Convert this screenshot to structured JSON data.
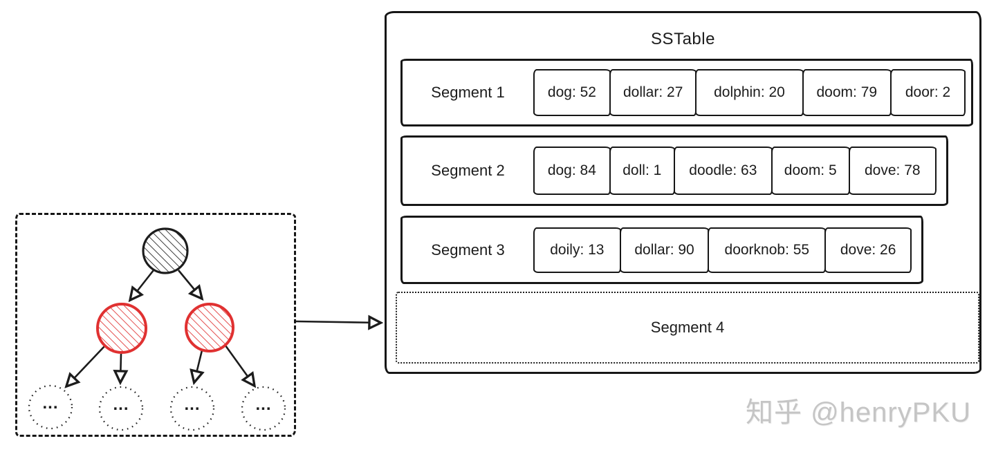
{
  "watermark": "知乎 @henryPKU",
  "colors": {
    "ink": "#1c1c1c",
    "node_red": "#e03131",
    "watermark_gray": "#c5c5c5"
  },
  "tree": {
    "description": "binary tree: black hatched root, two red hatched children, four dotted leaves",
    "leaves": [
      "...",
      "...",
      "...",
      "..."
    ]
  },
  "sstable": {
    "title": "SSTable",
    "segments": [
      {
        "label": "Segment 1",
        "cells": [
          "dog: 52",
          "dollar: 27",
          "dolphin: 20",
          "doom: 79",
          "door: 2"
        ]
      },
      {
        "label": "Segment 2",
        "cells": [
          "dog: 84",
          "doll: 1",
          "doodle: 63",
          "doom: 5",
          "dove: 78"
        ]
      },
      {
        "label": "Segment 3",
        "cells": [
          "doily: 13",
          "dollar: 90",
          "doorknob: 55",
          "dove: 26"
        ]
      },
      {
        "label": "Segment 4",
        "cells": []
      }
    ]
  }
}
